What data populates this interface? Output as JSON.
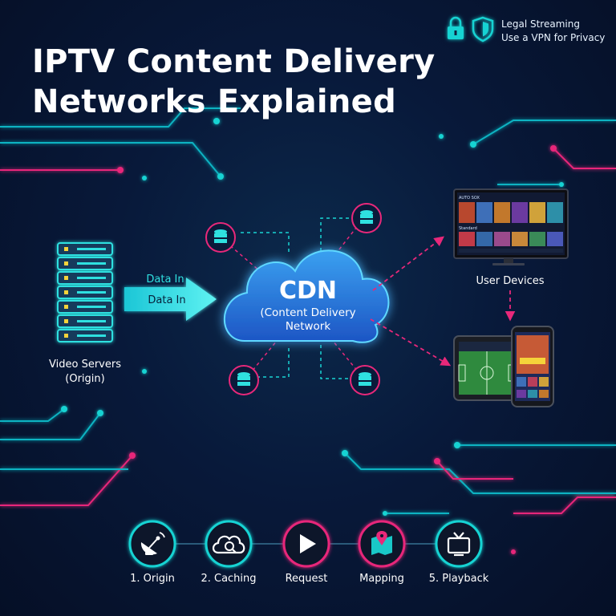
{
  "header": {
    "title_line1": "IPTV Content Delivery",
    "title_line2": "Networks Explained"
  },
  "badges": {
    "line1": "Legal Streaming",
    "line2": "Use a VPN for Privacy",
    "icons": [
      "lock-icon",
      "shield-icon"
    ]
  },
  "origin": {
    "label_line1": "Video Servers",
    "label_line2": "(Origin)"
  },
  "arrows": {
    "upper_label": "Data In",
    "lower_label": "Data In"
  },
  "cdn": {
    "title": "CDN",
    "subtitle_line1": "(Content Delivery",
    "subtitle_line2": "Network"
  },
  "devices": {
    "label": "User Devices",
    "tv_header": "AUTO SOX",
    "tv_row_label": "Standard"
  },
  "steps": [
    {
      "label": "1. Origin",
      "icon": "satellite-dish-icon",
      "color": "#19d3d3"
    },
    {
      "label": "2. Caching",
      "icon": "cloud-search-icon",
      "color": "#19d3d3"
    },
    {
      "label": "Request",
      "icon": "play-icon",
      "color": "#e8287a"
    },
    {
      "label": "Mapping",
      "icon": "map-pin-icon",
      "color": "#e8287a"
    },
    {
      "label": "5. Playback",
      "icon": "tv-icon",
      "color": "#19d3d3"
    }
  ],
  "colors": {
    "background": "#08193a",
    "cyan": "#19d3d3",
    "magenta": "#e8287a",
    "cloud": "#2f7ad8"
  }
}
